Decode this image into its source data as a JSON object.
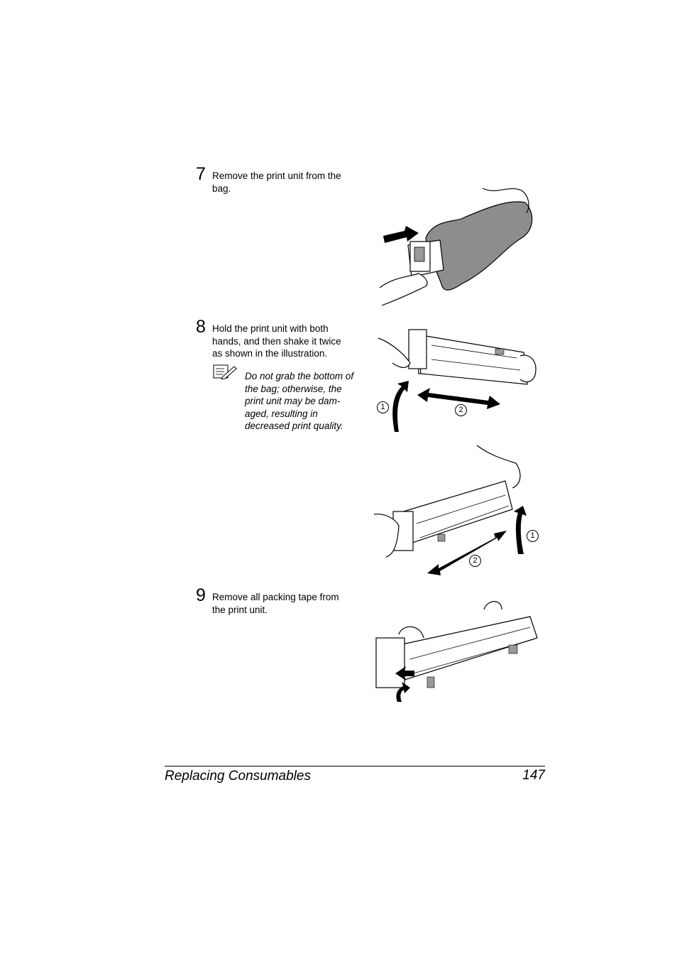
{
  "steps": [
    {
      "number": "7",
      "text": "Remove the print unit from the\nbag."
    },
    {
      "number": "8",
      "text": "Hold the print unit with both\nhands, and then shake it twice\nas shown in the illustration."
    },
    {
      "number": "9",
      "text": "Remove all packing tape from\nthe print unit."
    }
  ],
  "note": {
    "icon": "note-pencil-icon",
    "text": "Do not grab the bottom of\nthe bag; otherwise, the\nprint unit may be dam-\naged, resulting in\ndecreased print quality."
  },
  "callouts": {
    "one": "1",
    "two": "2"
  },
  "footer": {
    "section_title": "Replacing Consumables",
    "page_number": "147"
  }
}
